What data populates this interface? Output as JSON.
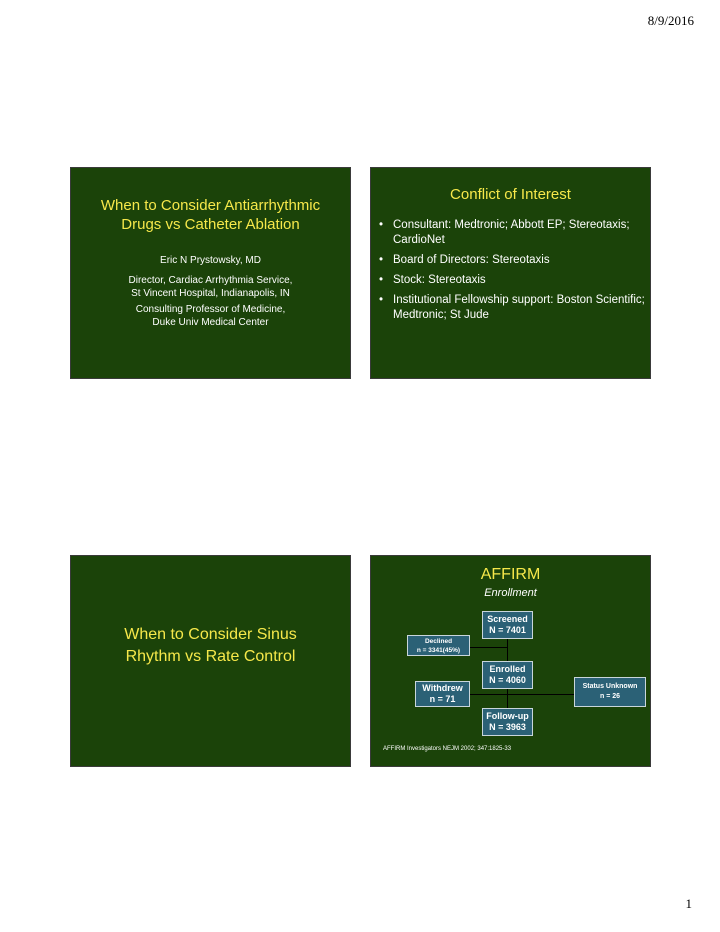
{
  "header": {
    "date": "8/9/2016"
  },
  "footer": {
    "page_number": "1"
  },
  "slide1": {
    "title_line1": "When to Consider Antiarrhythmic",
    "title_line2": "Drugs vs Catheter Ablation",
    "author": "Eric N Prystowsky, MD",
    "affiliation1_line1": "Director, Cardiac Arrhythmia Service,",
    "affiliation1_line2": "St Vincent Hospital, Indianapolis, IN",
    "affiliation2_line1": "Consulting Professor of Medicine,",
    "affiliation2_line2": "Duke Univ Medical Center"
  },
  "slide2": {
    "title": "Conflict of Interest",
    "bullets": [
      "Consultant: Medtronic; Abbott EP; Stereotaxis; CardioNet",
      "Board of Directors: Stereotaxis",
      "Stock: Stereotaxis",
      "Institutional Fellowship support: Boston Scientific; Medtronic; St Jude"
    ]
  },
  "slide3": {
    "title_line1": "When to Consider Sinus",
    "title_line2": "Rhythm vs Rate Control"
  },
  "slide4": {
    "title": "AFFIRM",
    "subtitle": "Enrollment",
    "flow": {
      "screened": {
        "label": "Screened",
        "count": "N = 7401"
      },
      "declined": {
        "label": "Declined",
        "count": "n = 3341(45%)"
      },
      "enrolled": {
        "label": "Enrolled",
        "count": "N = 4060"
      },
      "withdrew": {
        "label": "Withdrew",
        "count": "n = 71"
      },
      "status_unknown": {
        "label": "Status Unknown",
        "count": "n = 26"
      },
      "followup": {
        "label": "Follow-up",
        "count": "N = 3963"
      }
    },
    "citation": "AFFIRM Investigators  NEJM 2002; 347:1825-33"
  }
}
